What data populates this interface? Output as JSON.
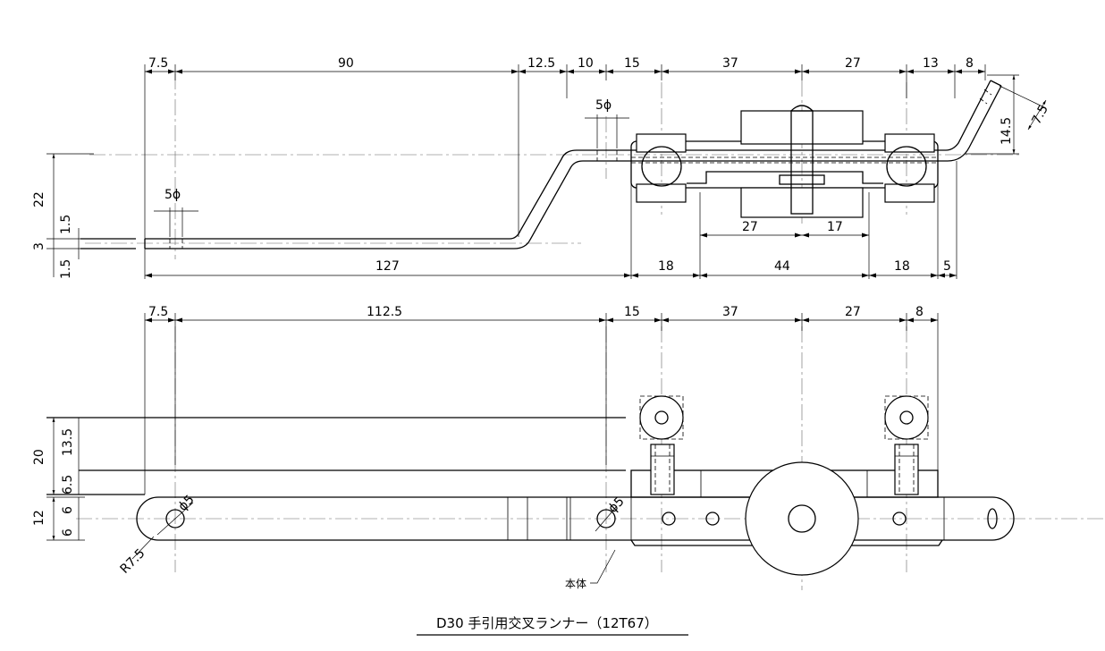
{
  "title": "D30  手引用交叉ランナー（12T67）",
  "part_label": "本体",
  "top_view": {
    "top_dims": [
      "7.5",
      "90",
      "12.5",
      "10",
      "15",
      "37",
      "27",
      "13",
      "8"
    ],
    "hole1": "5ϕ",
    "hole2": "5ϕ",
    "left_dims": [
      "22",
      "1.5",
      "3",
      "1.5"
    ],
    "right_dims": [
      "14.5",
      "7.5"
    ],
    "inner_dims": [
      "27",
      "17"
    ],
    "bottom_dims": [
      "127",
      "18",
      "44",
      "18",
      "5"
    ]
  },
  "front_view": {
    "top_dims": [
      "7.5",
      "112.5",
      "15",
      "37",
      "27",
      "8"
    ],
    "left_dims": [
      "20",
      "13.5",
      "6.5",
      "12",
      "6",
      "6"
    ],
    "hole1": "ϕ5",
    "hole2": "ϕ5",
    "radius": "R7.5"
  }
}
